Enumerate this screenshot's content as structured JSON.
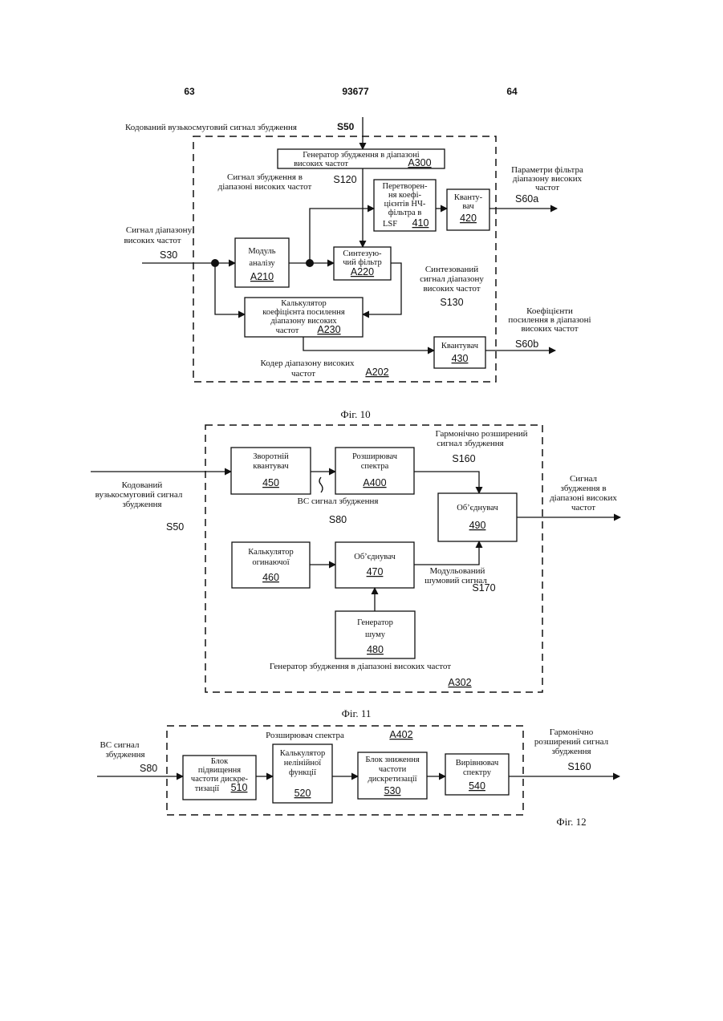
{
  "header": {
    "page_left": "63",
    "patent_number": "93677",
    "page_right": "64"
  },
  "fig10": {
    "caption": "Фіг. 10",
    "input_label": "Кодований вузькосмуговий сигнал збудження",
    "input_signal": "S50",
    "gen_line1": "Генератор збудження в діапазоні",
    "gen_line2": "високих частот",
    "gen_ref": "A300",
    "exc_line1": "Сигнал збудження в",
    "exc_line2": "діапазоні високих частот",
    "exc_signal": "S120",
    "conv_line1": "Перетворен-",
    "conv_line2": "ня коефі-",
    "conv_line3": "цієнтів НЧ-",
    "conv_line4": "фільтра в",
    "conv_line5": "LSF",
    "conv_ref": "410",
    "quant1_line1": "Кванту-",
    "quant1_line2": "вач",
    "quant1_ref": "420",
    "out1_line1": "Параметри фільтра",
    "out1_line2": "діапазону високих",
    "out1_line3": "частот",
    "out1_signal": "S60a",
    "hb_line1": "Сигнал діапазону",
    "hb_line2": "високих частот",
    "hb_signal": "S30",
    "anal_line1": "Модуль",
    "anal_line2": "аналізу",
    "anal_ref": "A210",
    "synth_line1": "Синтезую-",
    "synth_line2": "чий фільтр",
    "synth_ref": "A220",
    "synsig_line1": "Синтезований",
    "synsig_line2": "сигнал діапазону",
    "synsig_line3": "високих частот",
    "synsig_signal": "S130",
    "gain_line1": "Калькулятор",
    "gain_line2": "коефіцієнта посилення",
    "gain_line3": "діапазону високих",
    "gain_line4": "частот",
    "gain_ref": "A230",
    "out2_line1": "Коефіцієнти",
    "out2_line2": "посилення в діапазоні",
    "out2_line3": "високих частот",
    "out2_signal": "S60b",
    "quant2_label": "Квантувач",
    "quant2_ref": "430",
    "coder_line1": "Кодер діапазону високих",
    "coder_line2": "частот",
    "coder_ref": "A202"
  },
  "fig11": {
    "caption": "Фіг. 11",
    "input_line1": "Кодований",
    "input_line2": "вузькосмуговий сигнал",
    "input_line3": "збудження",
    "input_signal": "S50",
    "deq_line1": "Зворотній",
    "deq_line2": "квантувач",
    "deq_ref": "450",
    "ext_line1": "Розширювач",
    "ext_line2": "спектра",
    "ext_ref": "A400",
    "harm_line1": "Гармонічно розширений",
    "harm_line2": "сигнал збудження",
    "harm_signal": "S160",
    "nb_label": "ВС сигнал збудження",
    "nb_signal": "S80",
    "comb1_label": "Об’єднувач",
    "comb1_ref": "490",
    "out_line1": "Сигнал",
    "out_line2": "збудження в",
    "out_line3": "діапазоні високих",
    "out_line4": "частот",
    "env_line1": "Калькулятор",
    "env_line2": "огинаючої",
    "env_ref": "460",
    "comb2_label": "Об’єднувач",
    "comb2_ref": "470",
    "mod_line1": "Модульований",
    "mod_line2": "шумовий сигнал",
    "mod_signal": "S170",
    "noise_line1": "Генератор",
    "noise_line2": "шуму",
    "noise_ref": "480",
    "gen_label": "Генератор збудження в діапазоні високих частот",
    "gen_ref": "A302"
  },
  "fig12": {
    "caption": "Фіг. 12",
    "input_line1": "ВС сигнал",
    "input_line2": "збудження",
    "input_signal": "S80",
    "title": "Розширювач спектра",
    "title_ref": "A402",
    "up_line1": "Блок",
    "up_line2": "підвищення",
    "up_line3": "частоти дискре-",
    "up_line4": "тизації",
    "up_ref": "510",
    "nl_line1": "Калькулятор",
    "nl_line2": "нелінійної",
    "nl_line3": "функції",
    "nl_ref": "520",
    "down_line1": "Блок зниження",
    "down_line2": "частоти",
    "down_line3": "дискретизації",
    "down_ref": "530",
    "eq_line1": "Вирівнювач",
    "eq_line2": "спектру",
    "eq_ref": "540",
    "out_line1": "Гармонічно",
    "out_line2": "розширений сигнал",
    "out_line3": "збудження",
    "out_signal": "S160"
  }
}
